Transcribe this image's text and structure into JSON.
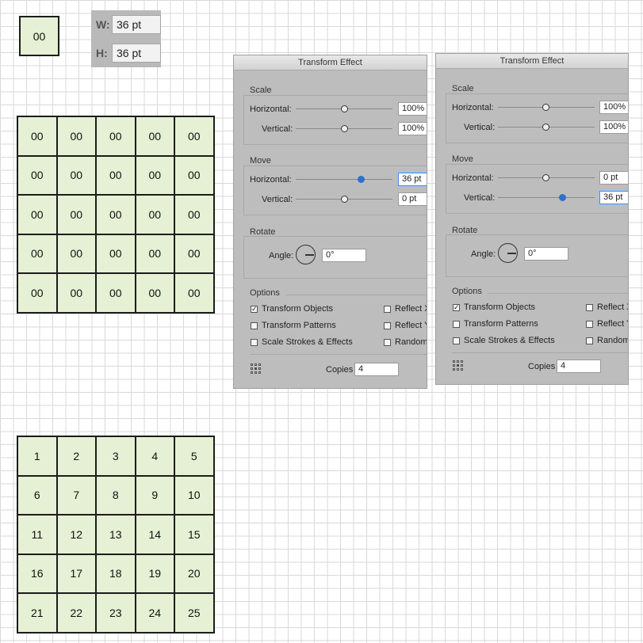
{
  "single_cell": {
    "value": "00"
  },
  "dimensions": {
    "w_label": "W:",
    "w_value": "36 pt",
    "h_label": "H:",
    "h_value": "36 pt"
  },
  "grid_zeros": [
    "00",
    "00",
    "00",
    "00",
    "00",
    "00",
    "00",
    "00",
    "00",
    "00",
    "00",
    "00",
    "00",
    "00",
    "00",
    "00",
    "00",
    "00",
    "00",
    "00",
    "00",
    "00",
    "00",
    "00",
    "00"
  ],
  "grid_numbers": [
    "1",
    "2",
    "3",
    "4",
    "5",
    "6",
    "7",
    "8",
    "9",
    "10",
    "11",
    "12",
    "13",
    "14",
    "15",
    "16",
    "17",
    "18",
    "19",
    "20",
    "21",
    "22",
    "23",
    "24",
    "25"
  ],
  "panels": [
    {
      "title": "Transform Effect",
      "scale_label": "Scale",
      "scale_h_label": "Horizontal:",
      "scale_h_value": "100%",
      "scale_v_label": "Vertical:",
      "scale_v_value": "100%",
      "move_label": "Move",
      "move_h_label": "Horizontal:",
      "move_h_value": "36 pt",
      "move_v_label": "Vertical:",
      "move_v_value": "0 pt",
      "rotate_label": "Rotate",
      "angle_label": "Angle:",
      "angle_value": "0°",
      "options_label": "Options",
      "transform_objects": "Transform Objects",
      "transform_patterns": "Transform Patterns",
      "scale_strokes": "Scale Strokes & Effects",
      "reflect_x": "Reflect X",
      "reflect_y": "Reflect Y",
      "random": "Random",
      "copies_label": "Copies",
      "copies_value": "4",
      "checkmark": "✓"
    },
    {
      "title": "Transform Effect",
      "scale_label": "Scale",
      "scale_h_label": "Horizontal:",
      "scale_h_value": "100%",
      "scale_v_label": "Vertical:",
      "scale_v_value": "100%",
      "move_label": "Move",
      "move_h_label": "Horizontal:",
      "move_h_value": "0 pt",
      "move_v_label": "Vertical:",
      "move_v_value": "36 pt",
      "rotate_label": "Rotate",
      "angle_label": "Angle:",
      "angle_value": "0°",
      "options_label": "Options",
      "transform_objects": "Transform Objects",
      "transform_patterns": "Transform Patterns",
      "scale_strokes": "Scale Strokes & Effects",
      "reflect_x": "Reflect X",
      "reflect_y": "Reflect Y",
      "random": "Random",
      "copies_label": "Copies",
      "copies_value": "4",
      "checkmark": "✓"
    }
  ]
}
